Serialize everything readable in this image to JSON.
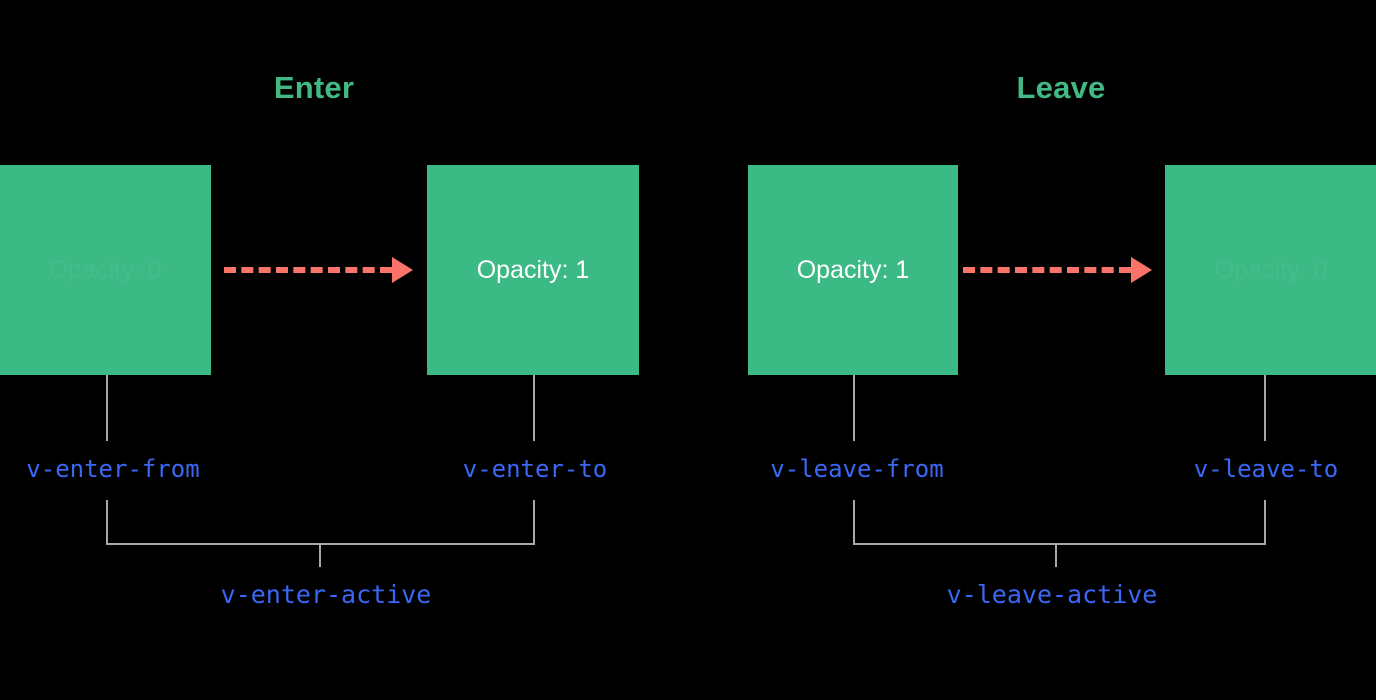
{
  "diagram": {
    "title_enter": "Enter",
    "title_leave": "Leave",
    "background_color": "#000000",
    "box_color": "#3bba85",
    "title_color": "#42b883",
    "arrow_color": "#fb7369",
    "class_label_color": "#3b67f6",
    "connector_color": "#a8a8a8"
  },
  "sections": [
    {
      "name": "enter",
      "title": "Enter",
      "from_box": {
        "label": "Opacity: 0",
        "state": "faded"
      },
      "to_box": {
        "label": "Opacity: 1",
        "state": "visible"
      },
      "from_class": "v-enter-from",
      "to_class": "v-enter-to",
      "active_class": "v-enter-active"
    },
    {
      "name": "leave",
      "title": "Leave",
      "from_box": {
        "label": "Opacity: 1",
        "state": "visible"
      },
      "to_box": {
        "label": "Opacity: 0",
        "state": "faded"
      },
      "from_class": "v-leave-from",
      "to_class": "v-leave-to",
      "active_class": "v-leave-active"
    }
  ]
}
